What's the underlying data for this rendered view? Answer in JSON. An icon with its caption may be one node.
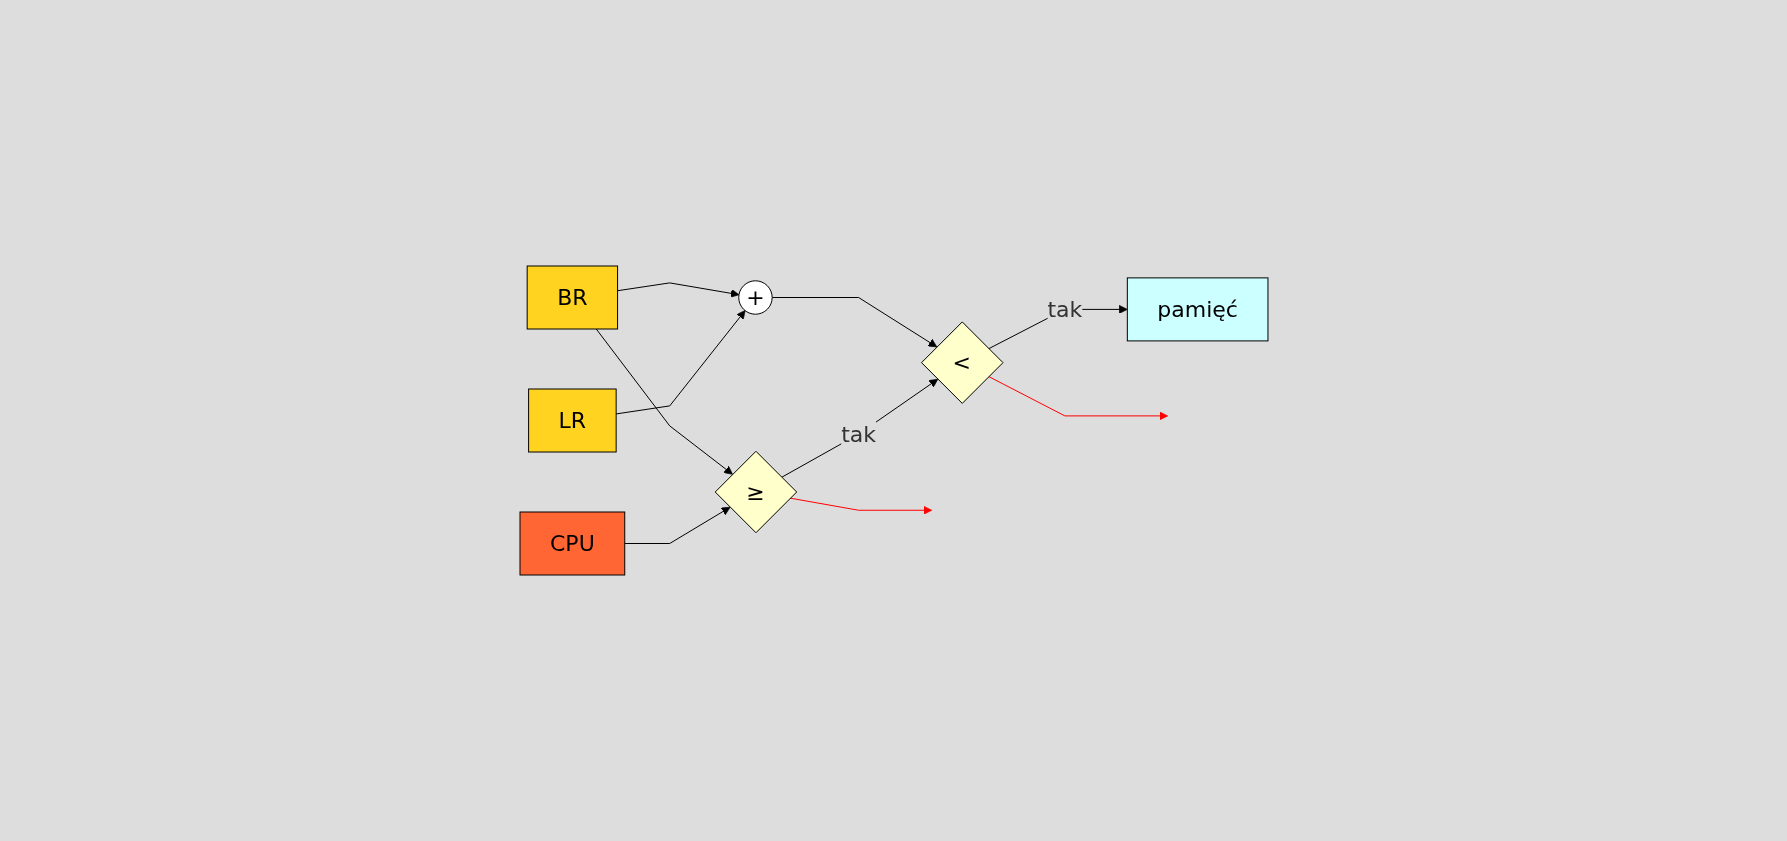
{
  "diagram": {
    "nodes": [
      {
        "text": [
          "BR"
        ]
      },
      {
        "text": [
          "LR"
        ]
      },
      {
        "text": [
          "+"
        ]
      },
      {
        "text": [
          "CPU"
        ]
      },
      {
        "text": [
          "≥"
        ]
      },
      {
        "text": [
          "<"
        ]
      },
      {
        "text": [
          "pamięć"
        ]
      }
    ],
    "edges": [
      {
        "from": 0,
        "to": 4,
        "arrow": "to"
      },
      {
        "from": 0,
        "to": 2,
        "arrow": "to"
      },
      {
        "from": 1,
        "to": 2,
        "arrow": "to"
      },
      {
        "from": 2,
        "to": 5,
        "arrow": "to"
      },
      {
        "from": 3,
        "to": 4,
        "arrow": "to"
      },
      {
        "from": 4,
        "to": 5,
        "label": "tak",
        "arrow": "to"
      },
      {
        "from": 5,
        "to": 6,
        "label": "tak",
        "arrow": "to"
      },
      {
        "from": 4,
        "to": null,
        "arrow": "to",
        "color": "#ff0000"
      },
      {
        "from": 5,
        "to": null,
        "arrow": "to",
        "color": "#ff0000"
      }
    ]
  }
}
